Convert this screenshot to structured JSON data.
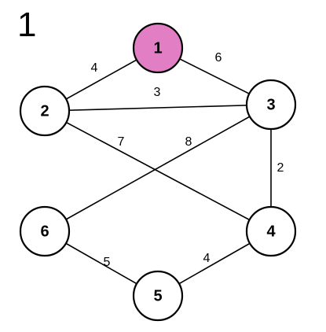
{
  "step_label": "1",
  "colors": {
    "stroke": "#000000",
    "node_fill": "#ffffff",
    "highlight_fill": "#e27fc4",
    "text": "#000000"
  },
  "nodes": [
    {
      "id": "1",
      "label": "1",
      "highlighted": true
    },
    {
      "id": "2",
      "label": "2",
      "highlighted": false
    },
    {
      "id": "3",
      "label": "3",
      "highlighted": false
    },
    {
      "id": "4",
      "label": "4",
      "highlighted": false
    },
    {
      "id": "5",
      "label": "5",
      "highlighted": false
    },
    {
      "id": "6",
      "label": "6",
      "highlighted": false
    }
  ],
  "edges": [
    {
      "from": "1",
      "to": "2",
      "weight": "4"
    },
    {
      "from": "1",
      "to": "3",
      "weight": "6"
    },
    {
      "from": "2",
      "to": "3",
      "weight": "3"
    },
    {
      "from": "2",
      "to": "4",
      "weight": "7"
    },
    {
      "from": "3",
      "to": "6",
      "weight": "8"
    },
    {
      "from": "3",
      "to": "4",
      "weight": "2"
    },
    {
      "from": "6",
      "to": "5",
      "weight": "5"
    },
    {
      "from": "4",
      "to": "5",
      "weight": "4"
    }
  ]
}
